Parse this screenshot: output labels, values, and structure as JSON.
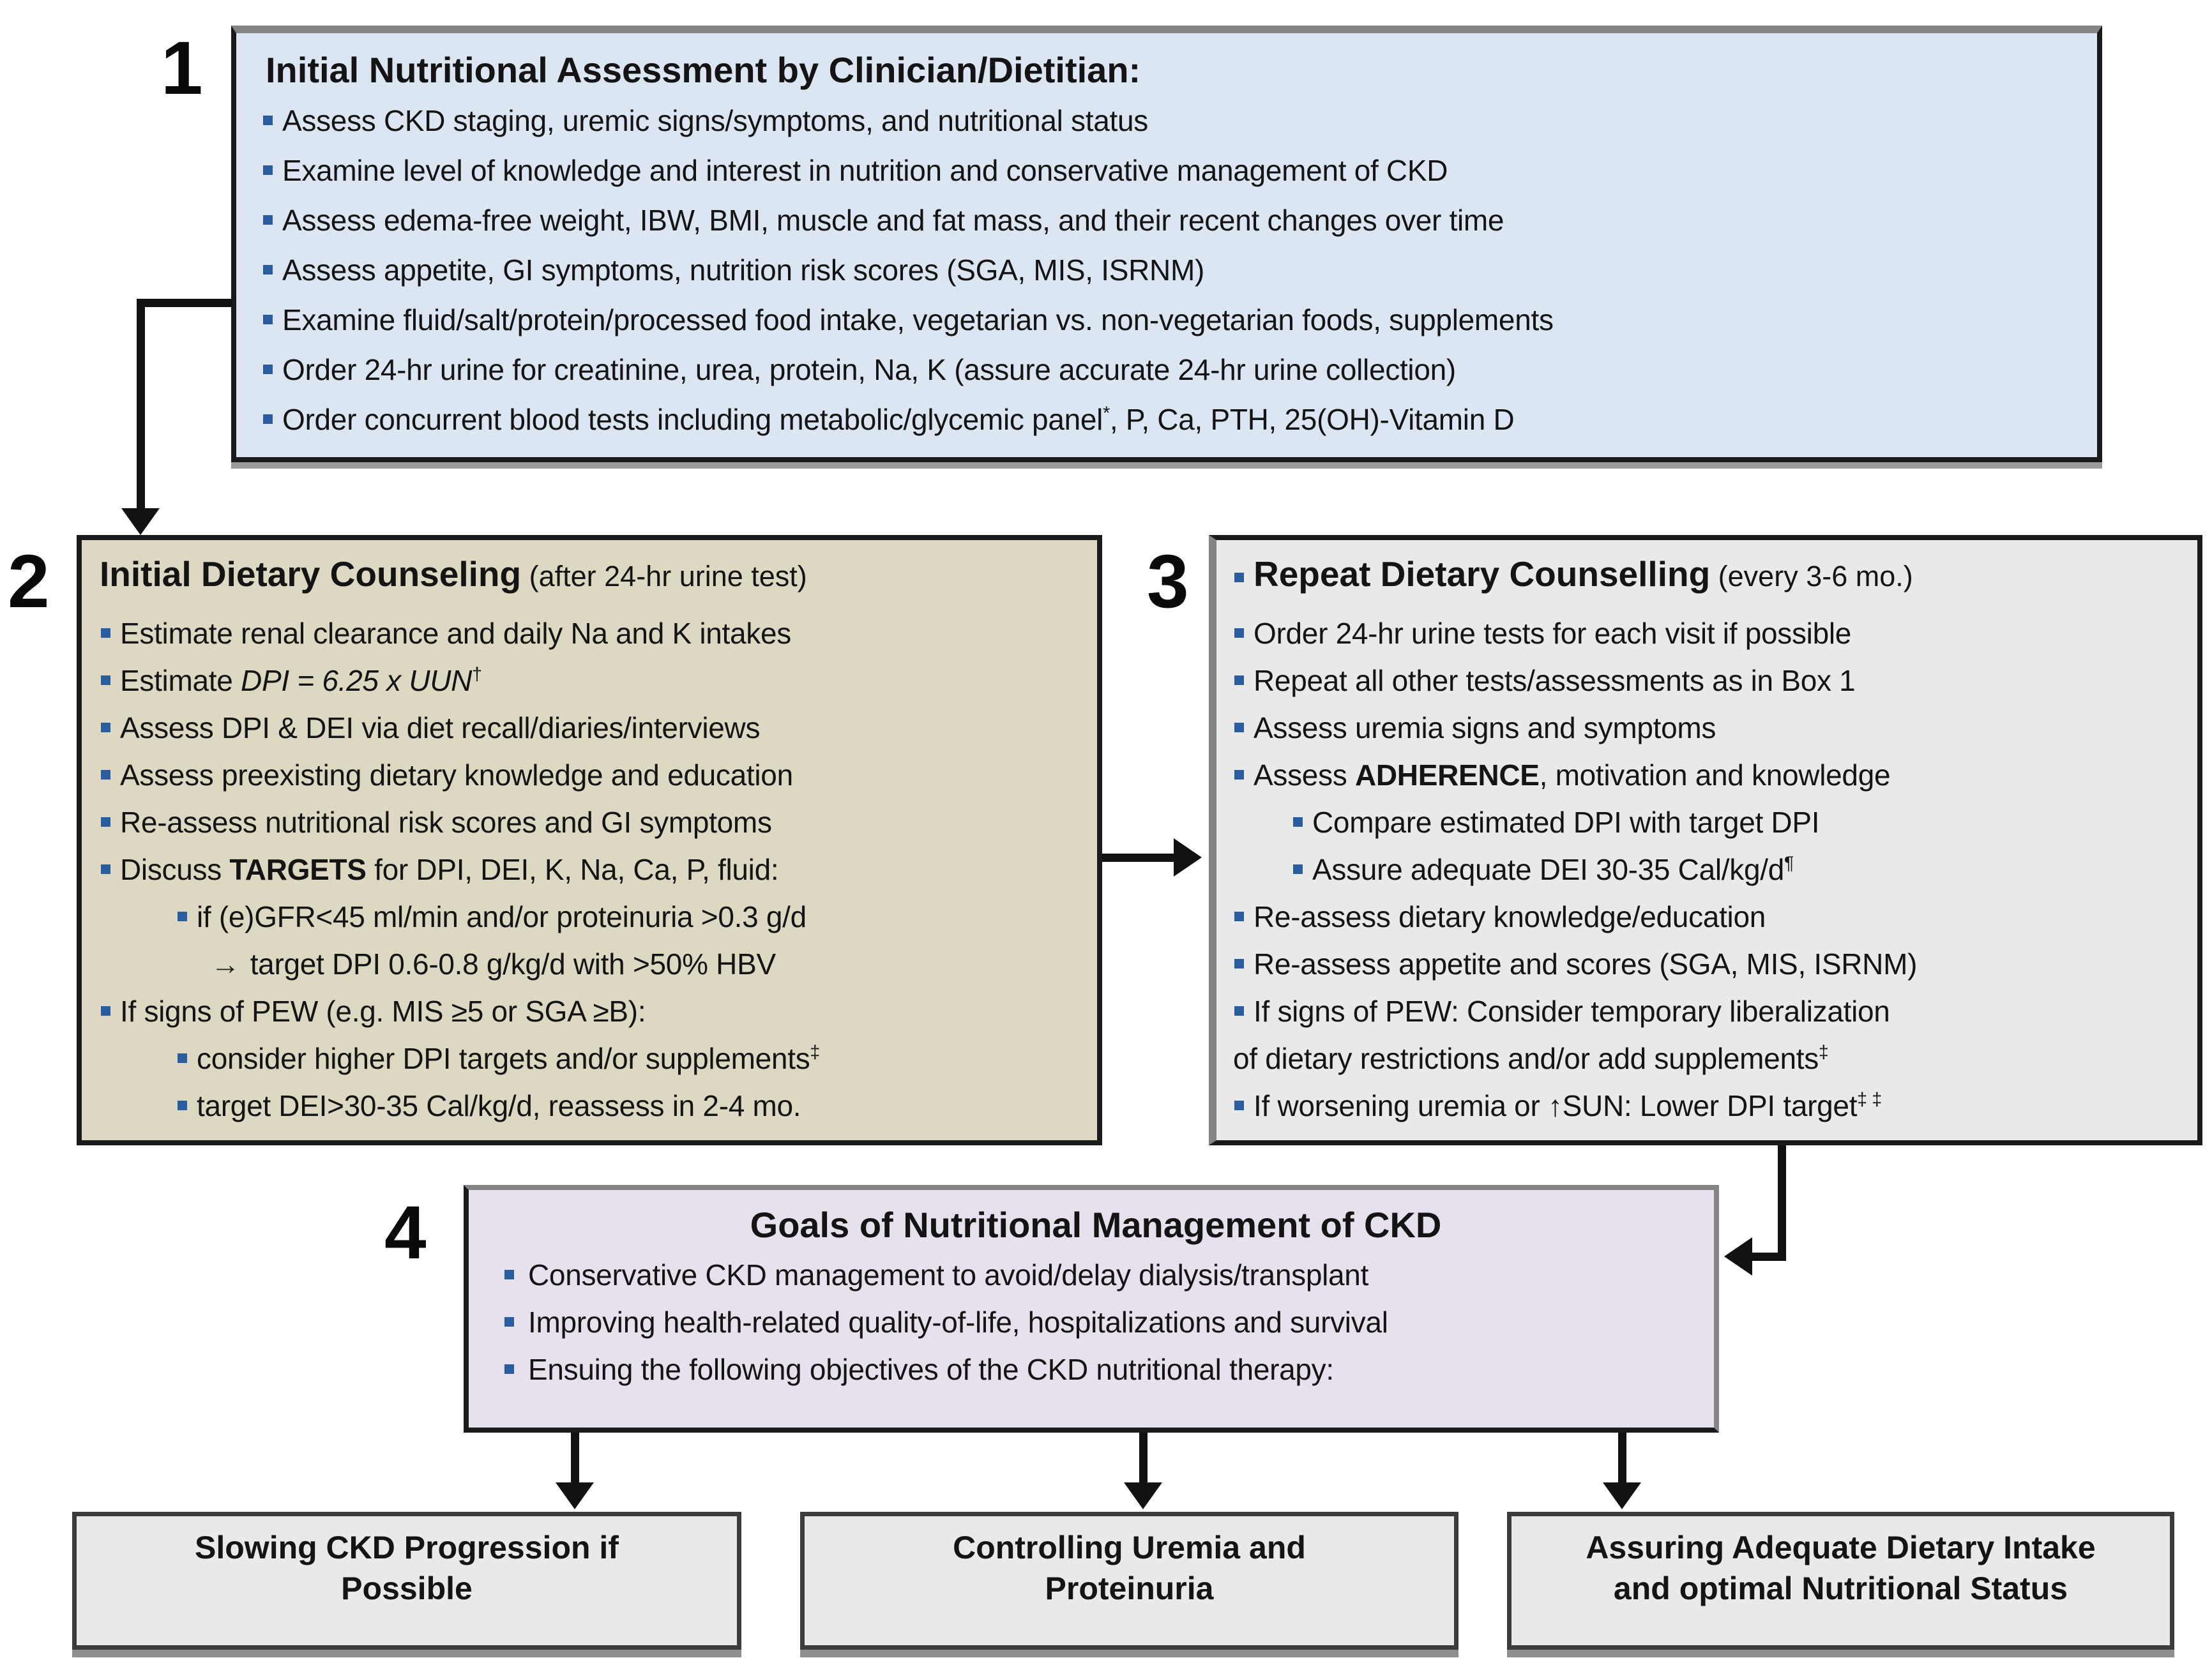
{
  "colors": {
    "box1_fill": "#dbe6f2",
    "box2_fill": "#ddd8c2",
    "box3_fill": "#e9e9e9",
    "box4_fill": "#e7e1ed",
    "outcome_fill": "#e9e9e9",
    "bullet": "#2a5d9f",
    "border": "#1a1a1a",
    "shadow": "#8f8f8f",
    "arrow": "#111111"
  },
  "glyphs": {
    "arrow_right": "→"
  },
  "boxes": {
    "box1": {
      "number": "1",
      "title": "Initial Nutritional Assessment by Clinician/Dietitian:",
      "items": [
        {
          "runs": [
            {
              "t": "Assess CKD staging, uremic signs/symptoms, and nutritional status"
            }
          ]
        },
        {
          "runs": [
            {
              "t": "Examine level of knowledge and interest in nutrition and conservative management of CKD"
            }
          ]
        },
        {
          "runs": [
            {
              "t": "Assess edema-free weight, IBW, BMI, muscle and fat mass, and their recent changes over time"
            }
          ]
        },
        {
          "runs": [
            {
              "t": "Assess appetite, GI symptoms, nutrition risk scores (SGA, MIS, ISRNM)"
            }
          ]
        },
        {
          "runs": [
            {
              "t": "Examine fluid/salt/protein/processed food intake, vegetarian vs. non-vegetarian foods, supplements"
            }
          ]
        },
        {
          "runs": [
            {
              "t": "Order 24-hr urine for creatinine, urea, protein, Na, K (assure accurate 24-hr urine collection)"
            }
          ]
        },
        {
          "runs": [
            {
              "t": "Order concurrent blood tests including metabolic/glycemic panel"
            },
            {
              "t": "*",
              "sup": true
            },
            {
              "t": ", P, Ca, PTH, 25(OH)-Vitamin D"
            }
          ]
        }
      ]
    },
    "box2": {
      "number": "2",
      "title": "Initial Dietary Counseling",
      "title_suffix": " (after 24-hr urine test)",
      "items": [
        {
          "runs": [
            {
              "t": "Estimate renal clearance and daily Na and K intakes"
            }
          ]
        },
        {
          "runs": [
            {
              "t": "Estimate "
            },
            {
              "t": "DPI = 6.25 x UUN",
              "i": true
            },
            {
              "t": "†",
              "sup": true
            }
          ]
        },
        {
          "runs": [
            {
              "t": "Assess DPI & DEI via diet recall/diaries/interviews"
            }
          ]
        },
        {
          "runs": [
            {
              "t": "Assess preexisting dietary knowledge and education"
            }
          ]
        },
        {
          "runs": [
            {
              "t": "Re-assess nutritional risk scores and GI symptoms"
            }
          ]
        },
        {
          "runs": [
            {
              "t": "Discuss "
            },
            {
              "t": "TARGETS",
              "b": true
            },
            {
              "t": " for DPI, DEI, K, Na, Ca, P, fluid:"
            }
          ]
        },
        {
          "ind": 1,
          "runs": [
            {
              "t": "if (e)GFR<45 ml/min and/or proteinuria >0.3 g/d"
            }
          ]
        },
        {
          "ind": 2,
          "bul": "arrow",
          "runs": [
            {
              "t": "target DPI 0.6-0.8 g/kg/d with >50% HBV"
            }
          ]
        },
        {
          "runs": [
            {
              "t": "If signs of PEW (e.g. MIS ≥5 or SGA ≥B):"
            }
          ]
        },
        {
          "ind": 1,
          "runs": [
            {
              "t": "consider higher DPI targets and/or supplements"
            },
            {
              "t": "‡",
              "sup": true
            }
          ]
        },
        {
          "ind": 1,
          "runs": [
            {
              "t": "target DEI>30-35 Cal/kg/d, reassess in 2-4 mo."
            }
          ]
        }
      ]
    },
    "box3": {
      "number": "3",
      "title": "Repeat Dietary Counselling",
      "title_suffix": " (every 3-6 mo.)",
      "items": [
        {
          "runs": [
            {
              "t": "Order 24-hr urine tests for each visit if possible"
            }
          ]
        },
        {
          "runs": [
            {
              "t": "Repeat all other tests/assessments as in Box 1"
            }
          ]
        },
        {
          "runs": [
            {
              "t": "Assess uremia signs and symptoms"
            }
          ]
        },
        {
          "runs": [
            {
              "t": "Assess "
            },
            {
              "t": "ADHERENCE",
              "b": true
            },
            {
              "t": ", motivation and knowledge"
            }
          ]
        },
        {
          "ind": 1,
          "runs": [
            {
              "t": "Compare estimated DPI with target DPI"
            }
          ]
        },
        {
          "ind": 1,
          "runs": [
            {
              "t": "Assure adequate DEI 30-35 Cal/kg/d"
            },
            {
              "t": "¶",
              "sup": true
            }
          ]
        },
        {
          "runs": [
            {
              "t": "Re-assess dietary knowledge/education"
            }
          ]
        },
        {
          "runs": [
            {
              "t": "Re-assess appetite and scores (SGA, MIS, ISRNM)"
            }
          ]
        },
        {
          "runs": [
            {
              "t": "If signs of PEW: Consider temporary liberalization"
            }
          ]
        },
        {
          "bul": "none",
          "runs": [
            {
              "t": "of dietary restrictions and/or add supplements"
            },
            {
              "t": "‡",
              "sup": true
            }
          ]
        },
        {
          "runs": [
            {
              "t": "If worsening uremia or ↑SUN: Lower DPI target"
            },
            {
              "t": "‡ ‡",
              "sup": true
            }
          ]
        }
      ]
    },
    "box4": {
      "number": "4",
      "title": "Goals of Nutritional Management of CKD",
      "items": [
        {
          "runs": [
            {
              "t": "Conservative CKD management to avoid/delay dialysis/transplant"
            }
          ]
        },
        {
          "runs": [
            {
              "t": "Improving health-related quality-of-life, hospitalizations and survival"
            }
          ]
        },
        {
          "runs": [
            {
              "t": "Ensuing the following objectives of the CKD nutritional therapy:"
            }
          ]
        }
      ]
    }
  },
  "outcomes": [
    {
      "lines": [
        "Slowing CKD Progression if",
        "Possible"
      ]
    },
    {
      "lines": [
        "Controlling Uremia and",
        "Proteinuria"
      ]
    },
    {
      "lines": [
        "Assuring Adequate Dietary Intake",
        "and optimal Nutritional Status"
      ]
    }
  ]
}
